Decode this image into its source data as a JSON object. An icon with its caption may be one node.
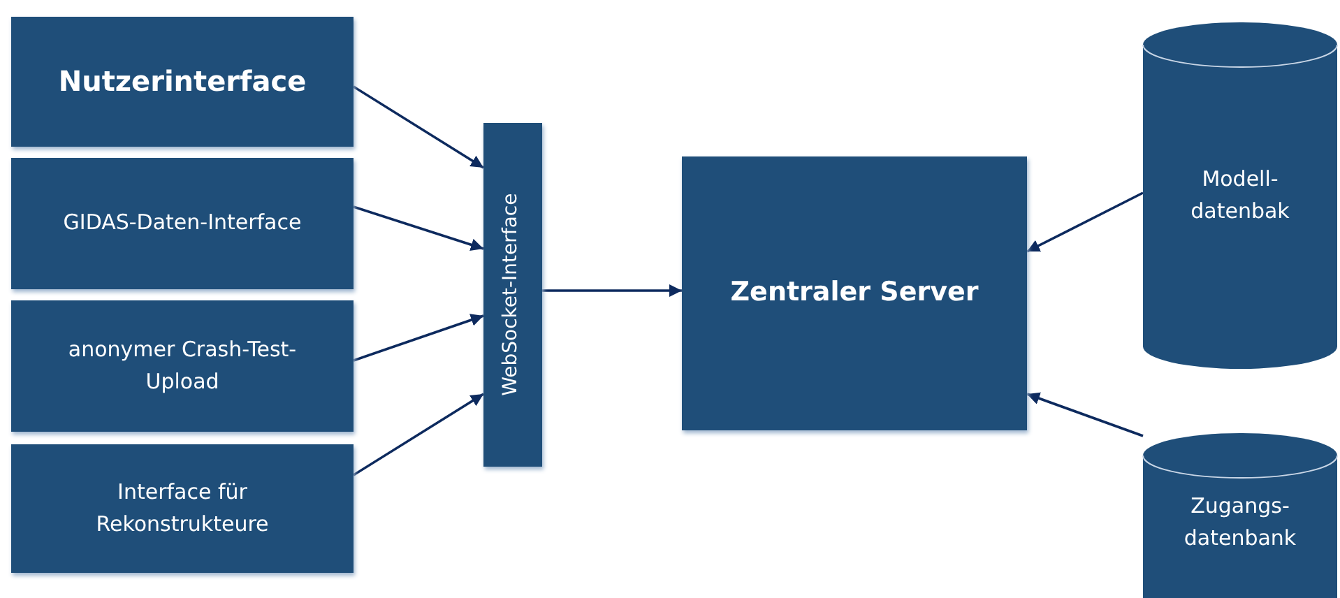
{
  "diagram": {
    "nodes": [
      {
        "text": [
          "Nutzerinterface"
        ]
      },
      {
        "text": [
          "GIDAS-Daten-Interface"
        ]
      },
      {
        "text": [
          "anonymer Crash-Test- Upload"
        ]
      },
      {
        "text": [
          "Interface für Rekonstrukteure"
        ]
      },
      {
        "text": [
          "WebSocket-Interface"
        ]
      },
      {
        "text": [
          "Zentraler Server"
        ]
      },
      {
        "text": [
          "Modell- datenbak"
        ]
      },
      {
        "text": [
          "Zugangs- datenbank"
        ]
      }
    ],
    "edges": [
      {
        "from": 0,
        "to": 4,
        "arrow": "to"
      },
      {
        "from": 1,
        "to": 4,
        "arrow": "to"
      },
      {
        "from": 2,
        "to": 4,
        "arrow": "to"
      },
      {
        "from": 3,
        "to": 4,
        "arrow": "to"
      },
      {
        "from": 4,
        "to": 5,
        "arrow": "to"
      },
      {
        "from": 6,
        "to": 5,
        "arrow": "to"
      },
      {
        "from": 7,
        "to": 5,
        "arrow": "to"
      }
    ]
  }
}
